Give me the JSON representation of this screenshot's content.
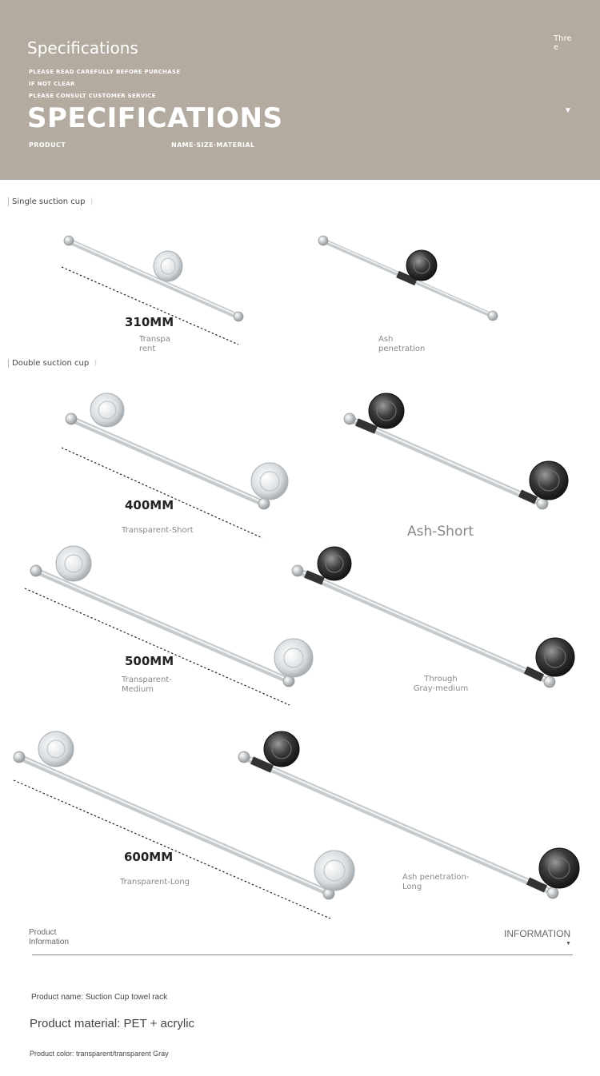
{
  "header": {
    "title": "Specifications",
    "notes": [
      "PLEASE READ CAREFULLY BEFORE PURCHASE",
      "IF NOT CLEAR",
      "PLEASE CONSULT CUSTOMER SERVICE"
    ],
    "big_title": "SPECIFICATIONS",
    "product_label": "PRODUCT",
    "name_size_material": "NAME·SIZE·MATERIAL",
    "side_text": "Three",
    "arrow_icon": "triangle-down"
  },
  "sections": {
    "single_label": "Single suction cup",
    "double_label": "Double suction cup"
  },
  "products": {
    "single_transparent_caption": "Transparent",
    "single_ash_caption": "Ash penetration",
    "size_310": "310MM",
    "size_400": "400MM",
    "size_500": "500MM",
    "size_600": "600MM",
    "short_transparent": "Transparent-Short",
    "short_ash": "Ash-Short",
    "medium_transparent": "Transparent-Medium",
    "medium_gray": "Through Gray-medium",
    "long_transparent": "Transparent-Long",
    "long_ash": "Ash penetration-Long"
  },
  "info": {
    "left_label": "Product Information",
    "right_label": "INFORMATION",
    "name_line": "Product name: Suction Cup towel rack",
    "material_line": "Product material: PET + acrylic",
    "color_line": "Product color: transparent/transparent Gray"
  },
  "colors": {
    "header_bg": "#b3aba0",
    "transparent_cup": "#d9dde0",
    "ash_cup": "#3a3a3a"
  }
}
